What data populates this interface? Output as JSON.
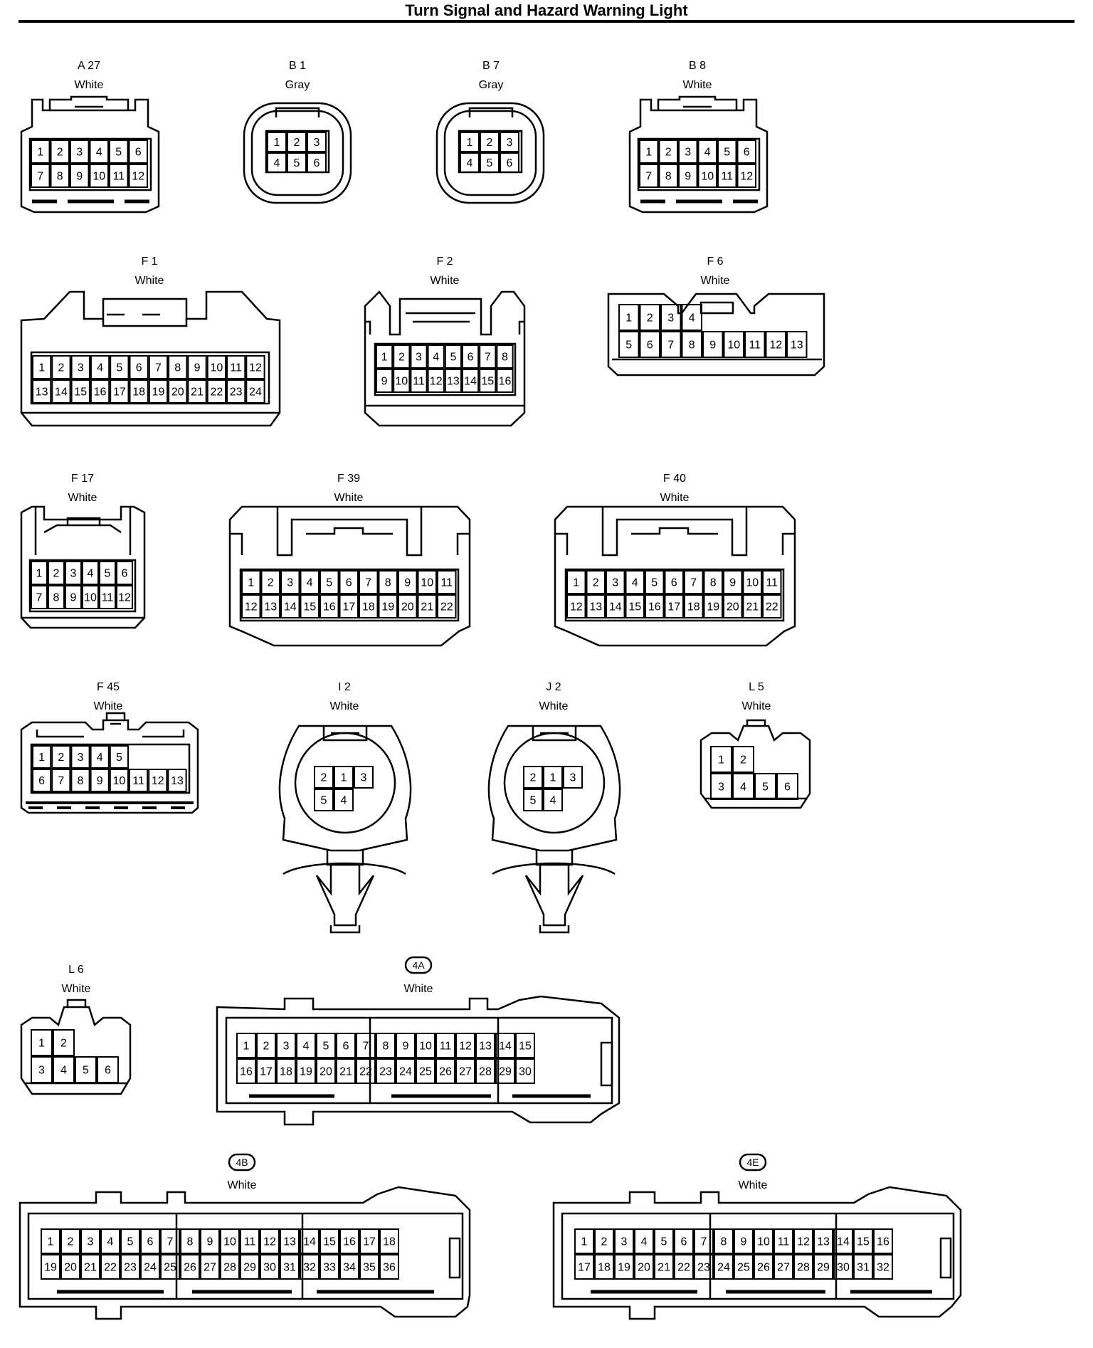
{
  "title": "Turn Signal and Hazard Warning Light",
  "connectors": [
    {
      "id": "A 27",
      "color": "White",
      "pins": [
        [
          "1",
          "2",
          "3",
          "4",
          "5",
          "6"
        ],
        [
          "7",
          "8",
          "9",
          "10",
          "11",
          "12"
        ]
      ]
    },
    {
      "id": "B 1",
      "color": "Gray",
      "pins": [
        [
          "1",
          "2",
          "3"
        ],
        [
          "4",
          "5",
          "6"
        ]
      ]
    },
    {
      "id": "B 7",
      "color": "Gray",
      "pins": [
        [
          "1",
          "2",
          "3"
        ],
        [
          "4",
          "5",
          "6"
        ]
      ]
    },
    {
      "id": "B 8",
      "color": "White",
      "pins": [
        [
          "1",
          "2",
          "3",
          "4",
          "5",
          "6"
        ],
        [
          "7",
          "8",
          "9",
          "10",
          "11",
          "12"
        ]
      ]
    },
    {
      "id": "F 1",
      "color": "White",
      "pins": [
        [
          "1",
          "2",
          "3",
          "4",
          "5",
          "6",
          "7",
          "8",
          "9",
          "10",
          "11",
          "12"
        ],
        [
          "13",
          "14",
          "15",
          "16",
          "17",
          "18",
          "19",
          "20",
          "21",
          "22",
          "23",
          "24"
        ]
      ]
    },
    {
      "id": "F 2",
      "color": "White",
      "pins": [
        [
          "1",
          "2",
          "3",
          "4",
          "5",
          "6",
          "7",
          "8"
        ],
        [
          "9",
          "10",
          "11",
          "12",
          "13",
          "14",
          "15",
          "16"
        ]
      ]
    },
    {
      "id": "F 6",
      "color": "White",
      "pins": [
        [
          "1",
          "2",
          "3",
          "4"
        ],
        [
          "5",
          "6",
          "7",
          "8",
          "9",
          "10",
          "11",
          "12",
          "13"
        ]
      ]
    },
    {
      "id": "F 17",
      "color": "White",
      "pins": [
        [
          "1",
          "2",
          "3",
          "4",
          "5",
          "6"
        ],
        [
          "7",
          "8",
          "9",
          "10",
          "11",
          "12"
        ]
      ]
    },
    {
      "id": "F 39",
      "color": "White",
      "pins": [
        [
          "1",
          "2",
          "3",
          "4",
          "5",
          "6",
          "7",
          "8",
          "9",
          "10",
          "11"
        ],
        [
          "12",
          "13",
          "14",
          "15",
          "16",
          "17",
          "18",
          "19",
          "20",
          "21",
          "22"
        ]
      ]
    },
    {
      "id": "F 40",
      "color": "White",
      "pins": [
        [
          "1",
          "2",
          "3",
          "4",
          "5",
          "6",
          "7",
          "8",
          "9",
          "10",
          "11"
        ],
        [
          "12",
          "13",
          "14",
          "15",
          "16",
          "17",
          "18",
          "19",
          "20",
          "21",
          "22"
        ]
      ]
    },
    {
      "id": "F 45",
      "color": "White",
      "pins": [
        [
          "1",
          "2",
          "3",
          "4",
          "5"
        ],
        [
          "6",
          "7",
          "8",
          "9",
          "10",
          "11",
          "12",
          "13"
        ]
      ]
    },
    {
      "id": "I 2",
      "color": "White",
      "pins": [
        [
          "2",
          "1",
          "3"
        ],
        [
          "5",
          "4"
        ]
      ]
    },
    {
      "id": "J 2",
      "color": "White",
      "pins": [
        [
          "2",
          "1",
          "3"
        ],
        [
          "5",
          "4"
        ]
      ]
    },
    {
      "id": "L 5",
      "color": "White",
      "pins": [
        [
          "1",
          "2"
        ],
        [
          "3",
          "4",
          "5",
          "6"
        ]
      ]
    },
    {
      "id": "L 6",
      "color": "White",
      "pins": [
        [
          "1",
          "2"
        ],
        [
          "3",
          "4",
          "5",
          "6"
        ]
      ]
    },
    {
      "id": "4A",
      "color": "White",
      "pins": [
        [
          "1",
          "2",
          "3",
          "4",
          "5",
          "6",
          "7",
          "8",
          "9",
          "10",
          "11",
          "12",
          "13",
          "14",
          "15"
        ],
        [
          "16",
          "17",
          "18",
          "19",
          "20",
          "21",
          "22",
          "23",
          "24",
          "25",
          "26",
          "27",
          "28",
          "29",
          "30"
        ]
      ]
    },
    {
      "id": "4B",
      "color": "White",
      "pins": [
        [
          "1",
          "2",
          "3",
          "4",
          "5",
          "6",
          "7",
          "8",
          "9",
          "10",
          "11",
          "12",
          "13",
          "14",
          "15",
          "16",
          "17",
          "18"
        ],
        [
          "19",
          "20",
          "21",
          "22",
          "23",
          "24",
          "25",
          "26",
          "27",
          "28",
          "29",
          "30",
          "31",
          "32",
          "33",
          "34",
          "35",
          "36"
        ]
      ]
    },
    {
      "id": "4E",
      "color": "White",
      "pins": [
        [
          "1",
          "2",
          "3",
          "4",
          "5",
          "6",
          "7",
          "8",
          "9",
          "10",
          "11",
          "12",
          "13",
          "14",
          "15",
          "16"
        ],
        [
          "17",
          "18",
          "19",
          "20",
          "21",
          "22",
          "23",
          "24",
          "25",
          "26",
          "27",
          "28",
          "29",
          "30",
          "31",
          "32"
        ]
      ]
    }
  ]
}
